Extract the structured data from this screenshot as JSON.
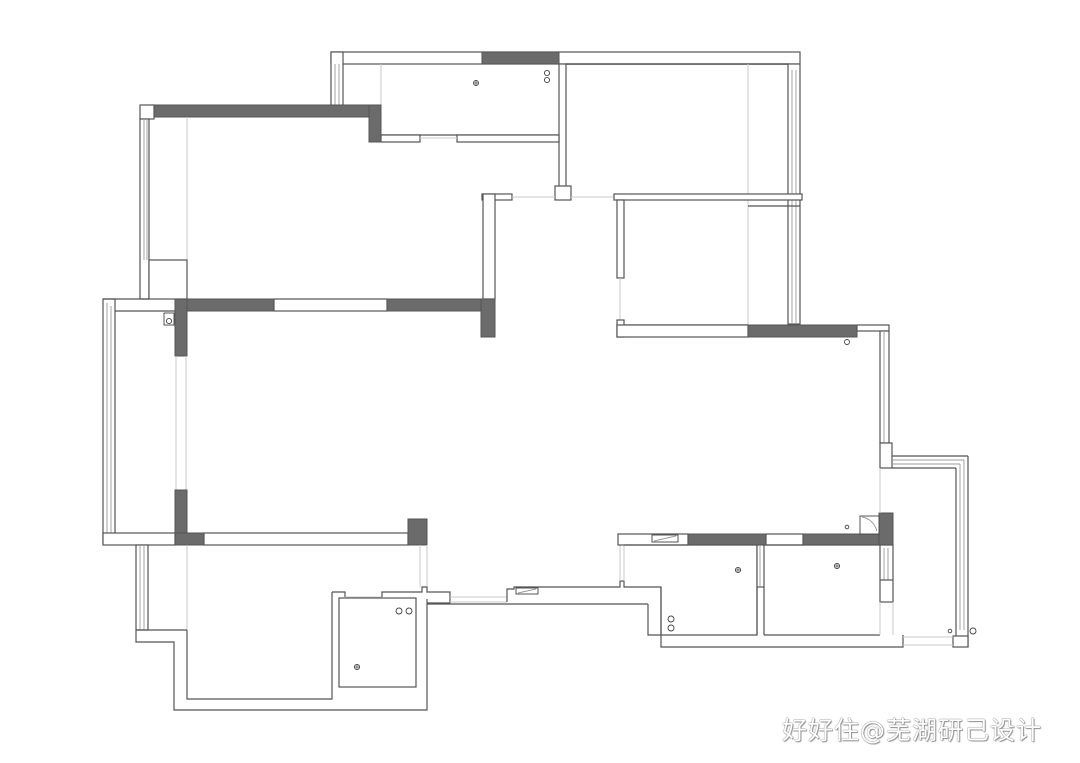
{
  "diagram": {
    "type": "floor-plan",
    "style": "architectural line drawing, grayscale",
    "colors": {
      "background": "#ffffff",
      "wall_outline": "#555555",
      "load_bearing_wall_fill": "#6b6b6b",
      "window_lines": "#9a9a9a",
      "guide_lines": "#c8c8c8"
    },
    "rooms": [
      {
        "id": "top-small-room",
        "label": "",
        "fixtures": [
          "ceiling-light",
          "drain-pair"
        ]
      },
      {
        "id": "top-right-bedroom",
        "label": "",
        "fixtures": []
      },
      {
        "id": "upper-left-room",
        "label": "",
        "fixtures": []
      },
      {
        "id": "middle-right-room",
        "label": "",
        "fixtures": []
      },
      {
        "id": "living-dining-area",
        "label": "",
        "fixtures": []
      },
      {
        "id": "left-balcony",
        "label": "",
        "fixtures": [
          "drain"
        ]
      },
      {
        "id": "lower-left-room",
        "label": "",
        "fixtures": []
      },
      {
        "id": "lower-bathroom",
        "label": "",
        "fixtures": [
          "ceiling-light",
          "drain-pair"
        ]
      },
      {
        "id": "lower-middle-bathroom",
        "label": "",
        "fixtures": [
          "ceiling-light",
          "drain-pair"
        ]
      },
      {
        "id": "lower-right-room",
        "label": "",
        "fixtures": [
          "ceiling-light"
        ]
      },
      {
        "id": "right-balcony",
        "label": "",
        "fixtures": [
          "drain",
          "small-drain"
        ]
      }
    ]
  },
  "watermark": {
    "text": "好好住@芜湖研己设计"
  }
}
